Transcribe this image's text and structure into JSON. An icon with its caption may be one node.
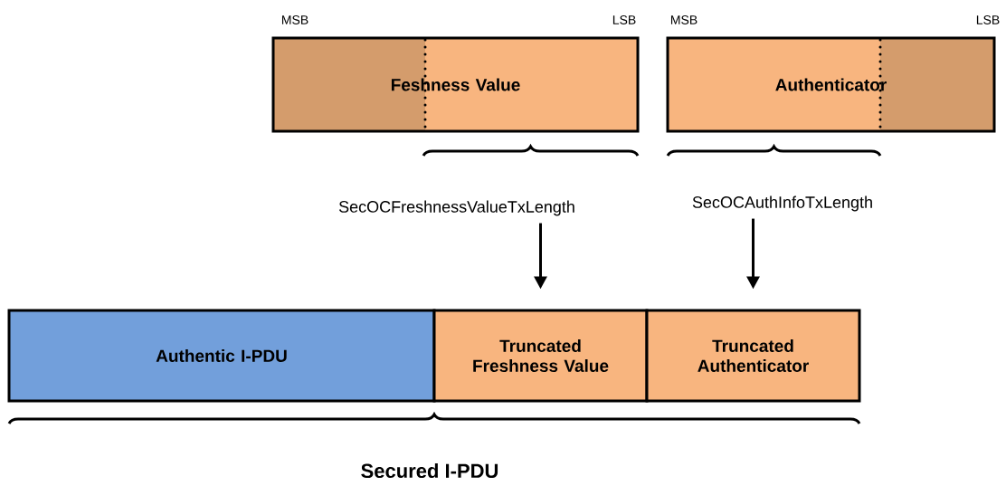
{
  "diagram": {
    "nodes": [
      {
        "text": [
          "Feshness Value"
        ]
      },
      {
        "text": [
          "Authenticator"
        ]
      },
      {
        "text": [
          "SecOCFreshnessValueTxLength"
        ]
      },
      {
        "text": [
          "SecOCAuthInfoTxLength"
        ]
      },
      {
        "text": [
          "Authentic I-PDU"
        ]
      },
      {
        "text": [
          "Truncated Freshness Value"
        ]
      },
      {
        "text": [
          "Truncated Authenticator"
        ]
      }
    ],
    "edges": [
      {
        "from": 2,
        "to": 5,
        "arrow": "to"
      },
      {
        "from": 3,
        "to": 6,
        "arrow": "to"
      }
    ],
    "labels": [
      "MSB",
      "LSB",
      "MSB",
      "LSB",
      "Secured I-PDU"
    ]
  }
}
